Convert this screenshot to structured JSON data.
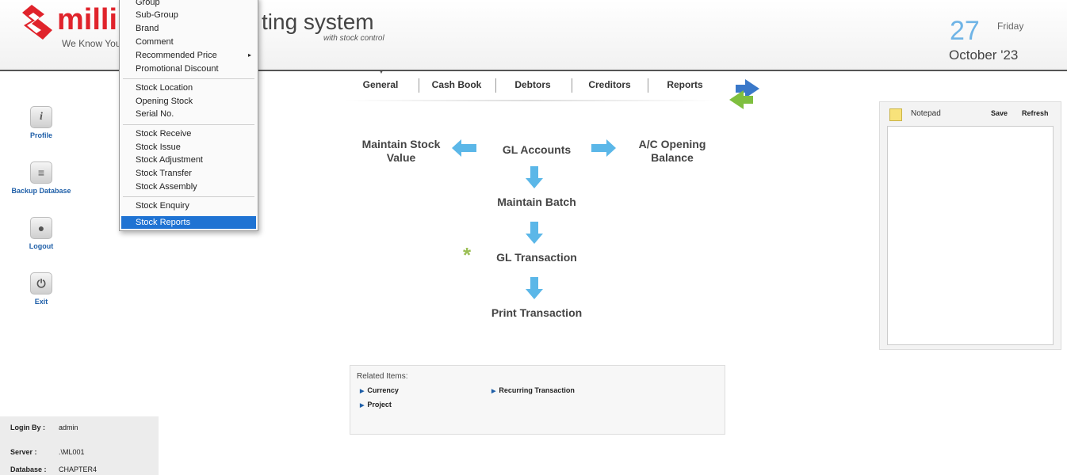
{
  "header": {
    "logo_text": "milli",
    "tagline": "We Know You",
    "system_title": "ting system",
    "system_subtitle": "with stock control",
    "date": {
      "day": "27",
      "weekday": "Friday",
      "month_year": "October '23"
    }
  },
  "menu": {
    "items": [
      {
        "label": "Group"
      },
      {
        "label": "Sub-Group"
      },
      {
        "label": "Brand"
      },
      {
        "label": "Comment"
      },
      {
        "label": "Recommended Price",
        "submenu": true
      },
      {
        "label": "Promotional Discount"
      },
      {
        "label": "Stock Location"
      },
      {
        "label": "Opening Stock"
      },
      {
        "label": "Serial No."
      },
      {
        "label": "Stock Receive"
      },
      {
        "label": "Stock Issue"
      },
      {
        "label": "Stock Adjustment"
      },
      {
        "label": "Stock Transfer"
      },
      {
        "label": "Stock Assembly"
      },
      {
        "label": "Stock Enquiry"
      },
      {
        "label": "Stock Reports",
        "selected": true
      }
    ],
    "submenu_arrow": "▸"
  },
  "tabs": [
    {
      "label": "General"
    },
    {
      "label": "Cash Book"
    },
    {
      "label": "Debtors"
    },
    {
      "label": "Creditors"
    },
    {
      "label": "Reports"
    }
  ],
  "sidebar": [
    {
      "label": "Profile",
      "icon": "info-icon",
      "glyph": "i"
    },
    {
      "label": "Backup Database",
      "icon": "database-icon",
      "glyph": "≡"
    },
    {
      "label": "Logout",
      "icon": "user-icon",
      "glyph": "●"
    },
    {
      "label": "Exit",
      "icon": "power-icon",
      "glyph": "⏻"
    }
  ],
  "flow": {
    "maintain_stock_value": "Maintain Stock Value",
    "gl_accounts": "GL Accounts",
    "ac_opening_balance": "A/C Opening Balance",
    "maintain_batch": "Maintain Batch",
    "gl_transaction": "GL Transaction",
    "print_transaction": "Print Transaction",
    "star": "*"
  },
  "related": {
    "title": "Related Items:",
    "links": [
      "Currency",
      "Recurring Transaction",
      "Project"
    ]
  },
  "notepad": {
    "title": "Notepad",
    "save": "Save",
    "refresh": "Refresh",
    "content": ""
  },
  "login": {
    "login_by_label": "Login By :",
    "login_by": "admin",
    "server_label": "Server :",
    "server": ".\\ML001",
    "database_label": "Database :",
    "database": "CHAPTER4"
  },
  "colors": {
    "brand_red": "#e0232b",
    "selection_blue": "#1f73d3",
    "arrow_blue": "#5bb7e8",
    "arrow_green": "#7fbf3f",
    "star_green": "#9bbf55"
  }
}
